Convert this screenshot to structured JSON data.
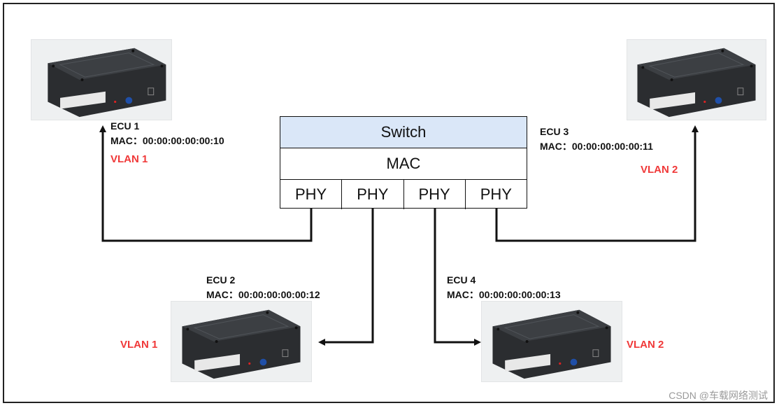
{
  "switch": {
    "title": "Switch",
    "mac_label": "MAC",
    "ports": [
      "PHY",
      "PHY",
      "PHY",
      "PHY"
    ]
  },
  "ecus": [
    {
      "name": "ECU 1",
      "mac": "MAC：00:00:00:00:00:10",
      "vlan": "VLAN 1"
    },
    {
      "name": "ECU 2",
      "mac": "MAC：00:00:00:00:00:12",
      "vlan": "VLAN 1"
    },
    {
      "name": "ECU 3",
      "mac": "MAC：00:00:00:00:00:11",
      "vlan": "VLAN 2"
    },
    {
      "name": "ECU 4",
      "mac": "MAC：00:00:00:00:00:13",
      "vlan": "VLAN 2"
    }
  ],
  "colors": {
    "vlan_text": "#f03838",
    "switch_header": "#dae7f8",
    "wire": "#111111"
  },
  "watermark": "CSDN @车载网络测试"
}
